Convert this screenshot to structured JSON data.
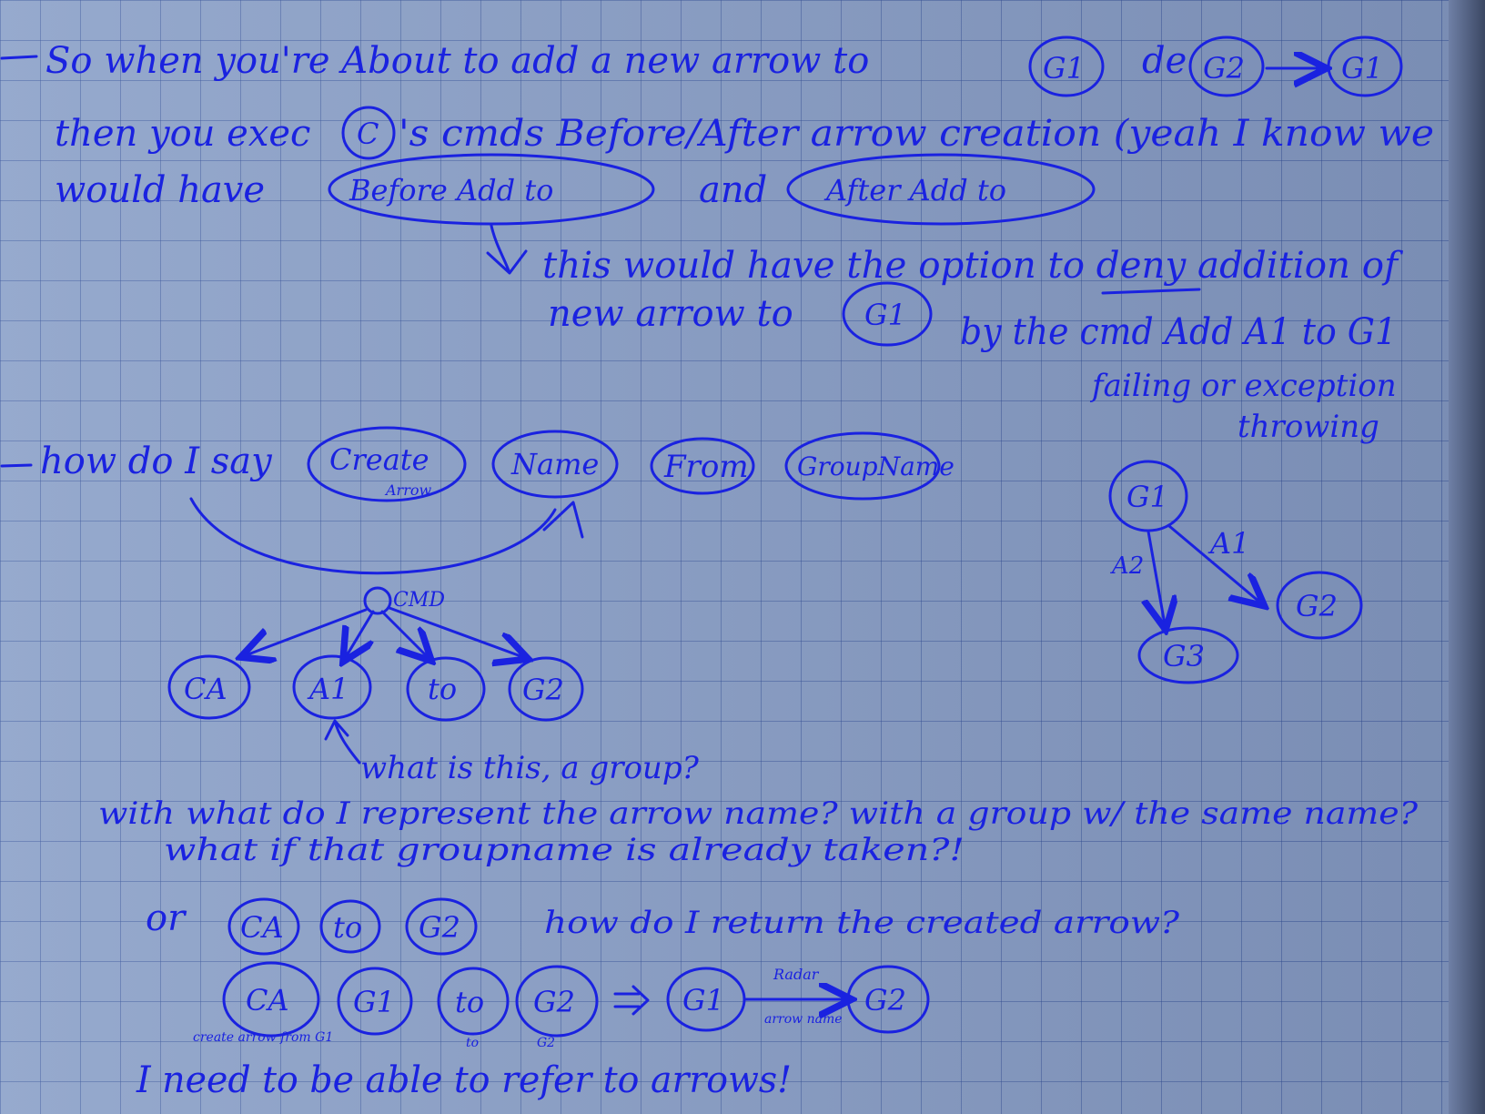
{
  "notes": {
    "l1": "So when you're About to add a new arrow to",
    "l1_node_a": "G1",
    "l1_from": "de",
    "l1_node_b": "G2",
    "l1_node_c": "G1",
    "l2_a": "then you exec",
    "l2_node": "C",
    "l2_b": "'s cmds Before/After arrow creation (yeah I know we",
    "l3_a": "would have",
    "l3_cmd1": "Before Add to",
    "l3_and": "and",
    "l3_cmd2": "After Add to",
    "l4": "this would have the option to deny addition of",
    "l5_a": "new arrow to",
    "l5_node": "G1",
    "l5_b": "by the cmd Add A1 to G1",
    "l6": "failing or exception",
    "l7": "throwing",
    "q1": "how do I say",
    "q1_nodes": [
      "Create",
      "Name",
      "From",
      "GroupName"
    ],
    "q1_sub": "Arrow",
    "cmd_label": "CMD",
    "cmd_children": [
      "CA",
      "A1",
      "to",
      "G2"
    ],
    "q2": "what is this, a group?",
    "q3": "with what do I represent the arrow name? with a group w/ the same name?",
    "q4": "what if that groupname is already taken?!",
    "q5_or": "or",
    "q5_nodes": [
      "CA",
      "to",
      "G2"
    ],
    "q5": "how do I return the created arrow?",
    "ex_nodes": [
      "CA",
      "G1",
      "to",
      "G2"
    ],
    "ex_result": [
      "G1",
      "G2"
    ],
    "ex_arrow_top": "Radar",
    "ex_arrow_bottom": "arrow name",
    "ex_labels": [
      "create arrow from G1",
      "to",
      "G2"
    ],
    "l_final": "I need to be able to refer to arrows!",
    "graph": {
      "nodes": [
        "G1",
        "G2",
        "G3"
      ],
      "edges": [
        "A1",
        "A2"
      ]
    }
  }
}
